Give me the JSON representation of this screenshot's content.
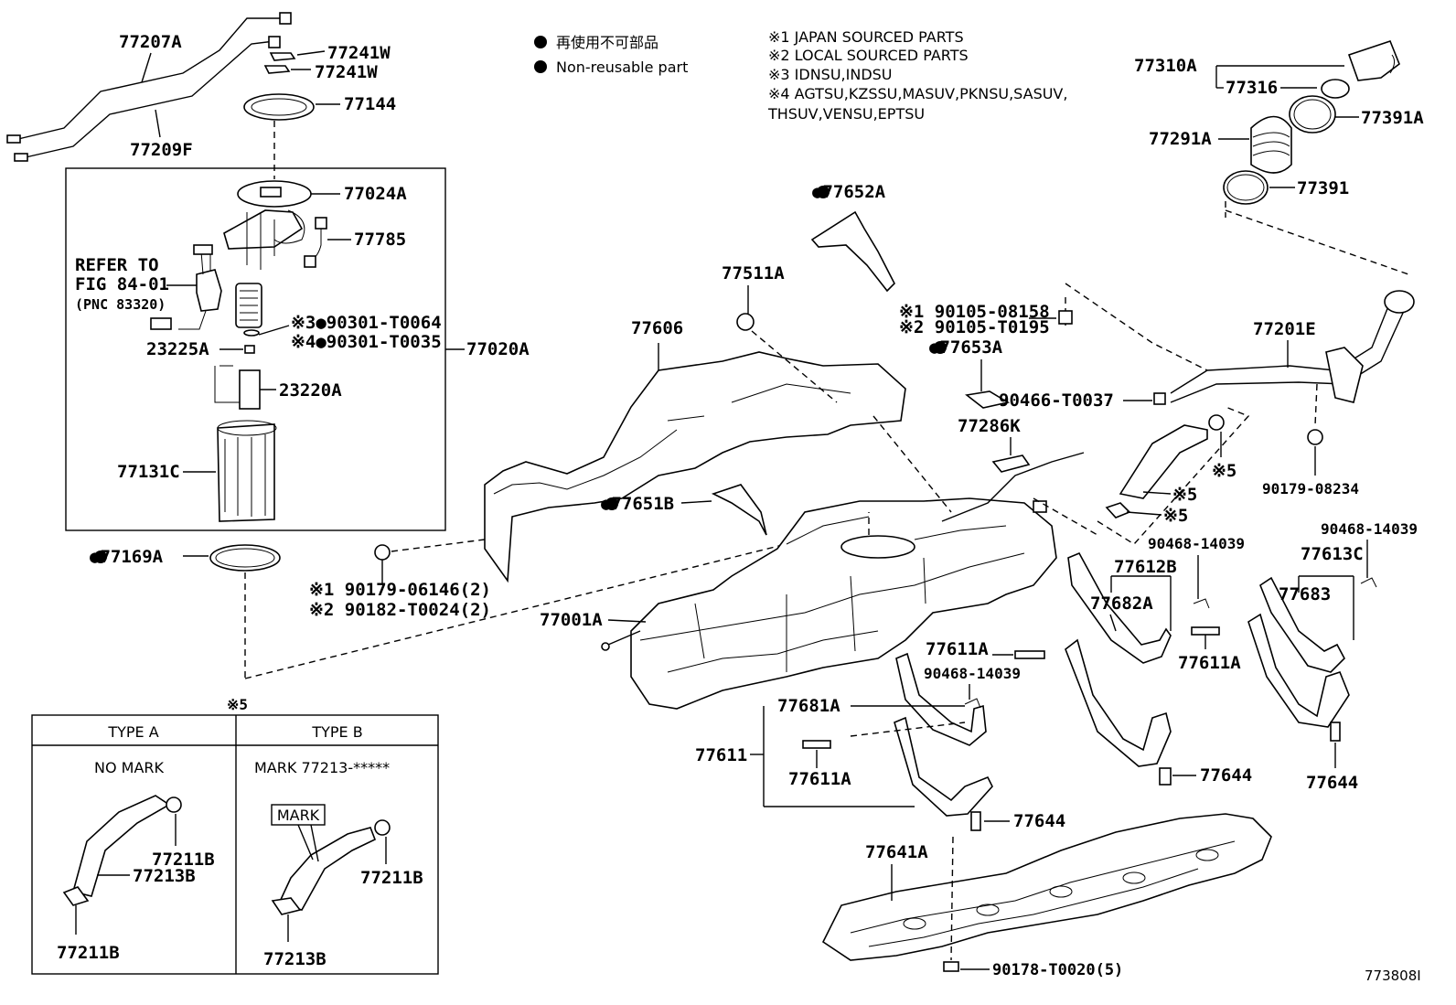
{
  "legend": {
    "ja": "再使用不可部品",
    "en": "Non-reusable part",
    "bullet": "●"
  },
  "notes": [
    "※1 JAPAN SOURCED PARTS",
    "※2 LOCAL SOURCED PARTS",
    "※3 IDNSU,INDSU",
    "※4 AGTSU,KZSSU,MASUV,PKNSU,SASUV,",
    "THSUV,VENSU,EPTSU"
  ],
  "refer": [
    "REFER TO",
    "FIG 84-01",
    "(PNC 83320)"
  ],
  "labels": {
    "l77207A": "77207A",
    "l77241W_1": "77241W",
    "l77241W_2": "77241W",
    "l77144": "77144",
    "l77209F": "77209F",
    "l77024A": "77024A",
    "l77785": "77785",
    "l90301T0064": "※3●90301-T0064",
    "l90301T0035": "※4●90301-T0035",
    "l23225A": "23225A",
    "l77020A": "77020A",
    "l23220A": "23220A",
    "l77131C": "77131C",
    "l77169A": "●77169A",
    "l90179_06146": "※1 90179-06146(2)",
    "l90182_T0024": "※2 90182-T0024(2)",
    "l77652A": "●77652A",
    "l77511A": "77511A",
    "l77606": "77606",
    "l77651B": "●77651B",
    "l77001A": "77001A",
    "l90105_08158": "※1 90105-08158",
    "l90105_T0195": "※2 90105-T0195",
    "l77653A": "●77653A",
    "l90466_T0037": "90466-T0037",
    "l77286K": "77286K",
    "l77310A": "77310A",
    "l77316": "77316",
    "l77391A": "77391A",
    "l77291A": "77291A",
    "l77391": "77391",
    "l77201E": "77201E",
    "l90179_08234": "90179-08234",
    "mark5a": "※5",
    "mark5b": "※5",
    "mark5c": "※5",
    "l90468_14039a": "90468-14039",
    "l90468_14039b": "90468-14039",
    "l90468_14039c": "90468-14039",
    "l77612B": "77612B",
    "l77613C": "77613C",
    "l77682A": "77682A",
    "l77683": "77683",
    "l77611A_a": "77611A",
    "l77611A_b": "77611A",
    "l77611A_c": "77611A",
    "l77681A": "77681A",
    "l77611": "77611",
    "l77644_a": "77644",
    "l77644_b": "77644",
    "l77644_c": "77644",
    "l77641A": "77641A",
    "l90178_T0020": "90178-T0020(5)",
    "figure_id": "773808I"
  },
  "table": {
    "ref_mark": "※5",
    "type_a": "TYPE A",
    "type_b": "TYPE B",
    "a_desc": "NO MARK",
    "b_desc": "MARK 77213-*****",
    "mark_tag": "MARK",
    "a_77211B_top": "77211B",
    "a_77213B": "77213B",
    "a_77211B_bottom": "77211B",
    "b_77211B": "77211B",
    "b_77213B": "77213B"
  }
}
